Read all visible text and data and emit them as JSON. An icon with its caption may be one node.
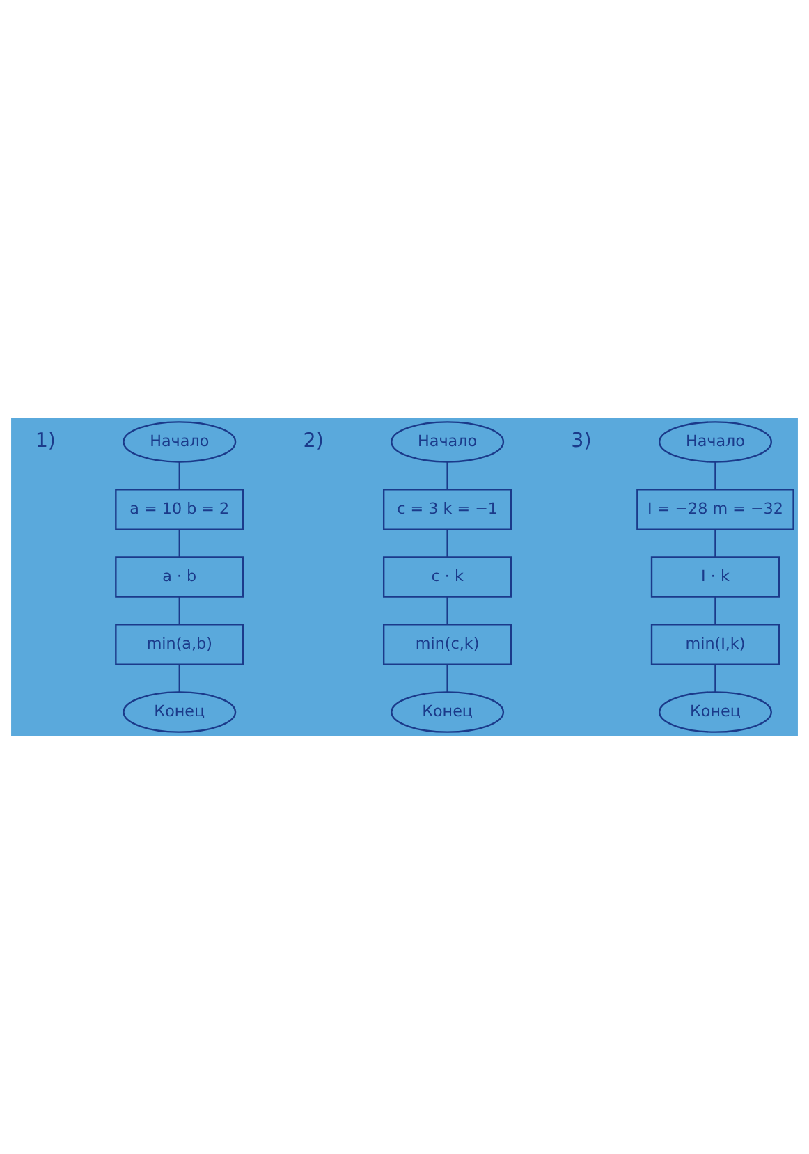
{
  "diagram": {
    "nodes": [
      {
        "text": [
          "Начало"
        ]
      },
      {
        "text": [
          "a = 10 b = 2"
        ]
      },
      {
        "text": [
          "a · b"
        ]
      },
      {
        "text": [
          "min(a,b)"
        ]
      },
      {
        "text": [
          "Конец"
        ]
      },
      {
        "text": [
          "Начало"
        ]
      },
      {
        "text": [
          "c = 3 k = −1"
        ]
      },
      {
        "text": [
          "c · k"
        ]
      },
      {
        "text": [
          "min(c,k)"
        ]
      },
      {
        "text": [
          "Конец"
        ]
      },
      {
        "text": [
          "Начало"
        ]
      },
      {
        "text": [
          "I = −28 m = −32"
        ]
      },
      {
        "text": [
          "I · k"
        ]
      },
      {
        "text": [
          "min(I,k)"
        ]
      },
      {
        "text": [
          "Конец"
        ]
      }
    ],
    "edges": [
      {
        "from": 0,
        "to": 1,
        "arrow": "none"
      },
      {
        "from": 1,
        "to": 2,
        "arrow": "none"
      },
      {
        "from": 2,
        "to": 3,
        "arrow": "none"
      },
      {
        "from": 3,
        "to": 4,
        "arrow": "none"
      },
      {
        "from": 5,
        "to": 6,
        "arrow": "none"
      },
      {
        "from": 6,
        "to": 7,
        "arrow": "none"
      },
      {
        "from": 7,
        "to": 8,
        "arrow": "none"
      },
      {
        "from": 8,
        "to": 9,
        "arrow": "none"
      },
      {
        "from": 10,
        "to": 11,
        "arrow": "none"
      },
      {
        "from": 11,
        "to": 12,
        "arrow": "none"
      },
      {
        "from": 12,
        "to": 13,
        "arrow": "none"
      },
      {
        "from": 13,
        "to": 14,
        "arrow": "none"
      }
    ],
    "labels": [
      "1)",
      "2)",
      "3)"
    ]
  }
}
